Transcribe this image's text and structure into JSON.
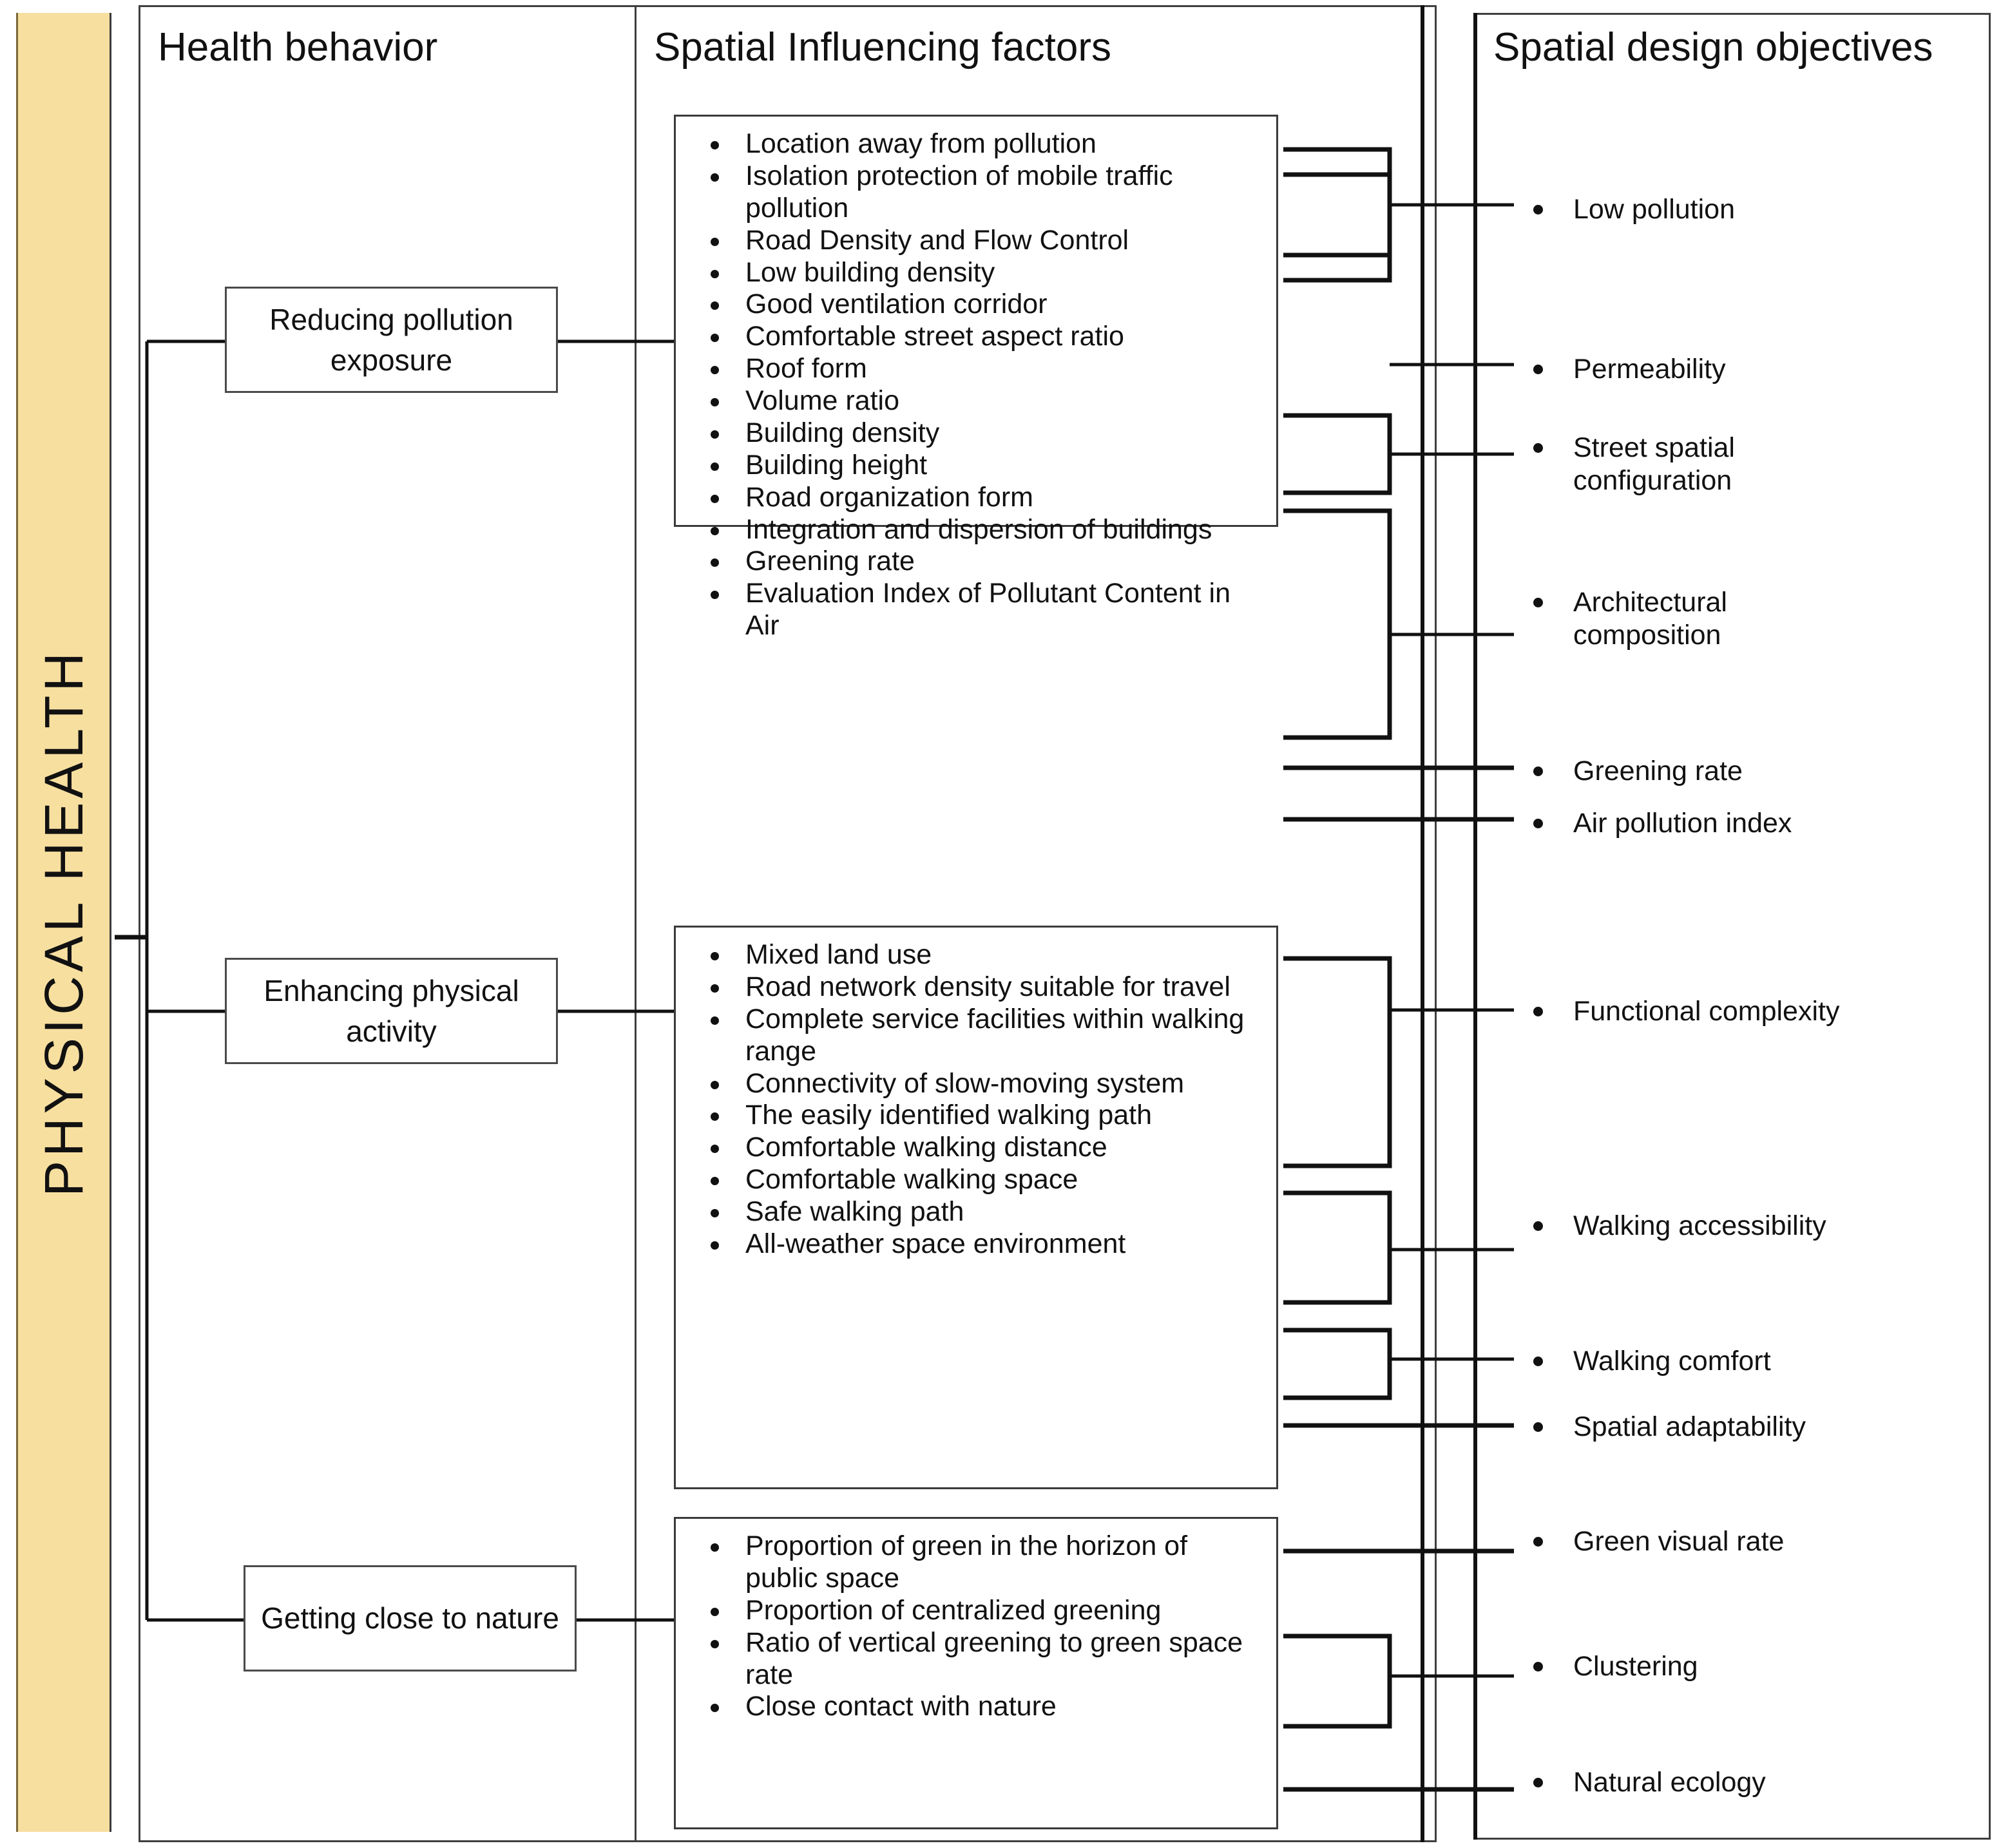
{
  "spine": {
    "label": "PHYSICAL HEALTH",
    "color": "#F7DFA0"
  },
  "columns": {
    "behavior_title": "Health behavior",
    "factors_title": "Spatial Influencing factors",
    "objectives_title": "Spatial design objectives"
  },
  "behaviors": [
    {
      "label": "Reducing pollution exposure"
    },
    {
      "label": "Enhancing physical activity"
    },
    {
      "label": "Getting close to nature"
    }
  ],
  "factor_groups": [
    {
      "group": "reducing-pollution-exposure",
      "items": [
        "Location away from pollution",
        "Isolation protection of mobile traffic pollution",
        "Road Density and Flow Control",
        "Low building density",
        "Good ventilation corridor",
        "Comfortable street aspect ratio",
        "Roof form",
        "Volume ratio",
        "Building density",
        "Building height",
        "Road organization form",
        "Integration and dispersion of buildings",
        "Greening rate",
        "Evaluation Index of Pollutant Content in Air"
      ]
    },
    {
      "group": "enhancing-physical-activity",
      "items": [
        "Mixed land use",
        "Road network density suitable for travel",
        "Complete service facilities within walking range",
        "Connectivity of slow-moving system",
        "The easily identified walking path",
        "Comfortable walking distance",
        "Comfortable walking space",
        "Safe walking path",
        "All-weather space environment"
      ]
    },
    {
      "group": "getting-close-to-nature",
      "items": [
        "Proportion of green in the horizon of public space",
        "Proportion of centralized greening",
        "Ratio of vertical greening to green space rate",
        "Close contact with nature"
      ]
    }
  ],
  "objectives": [
    {
      "label": "Low pollution"
    },
    {
      "label": "Permeability"
    },
    {
      "label": "Street spatial\nconfiguration"
    },
    {
      "label": "Architectural\ncomposition"
    },
    {
      "label": "Greening rate"
    },
    {
      "label": "Air pollution index"
    },
    {
      "label": "Functional complexity"
    },
    {
      "label": "Walking accessibility"
    },
    {
      "label": "Walking comfort"
    },
    {
      "label": "Spatial adaptability"
    },
    {
      "label": "Green visual rate"
    },
    {
      "label": "Clustering"
    },
    {
      "label": "Natural ecology"
    }
  ]
}
